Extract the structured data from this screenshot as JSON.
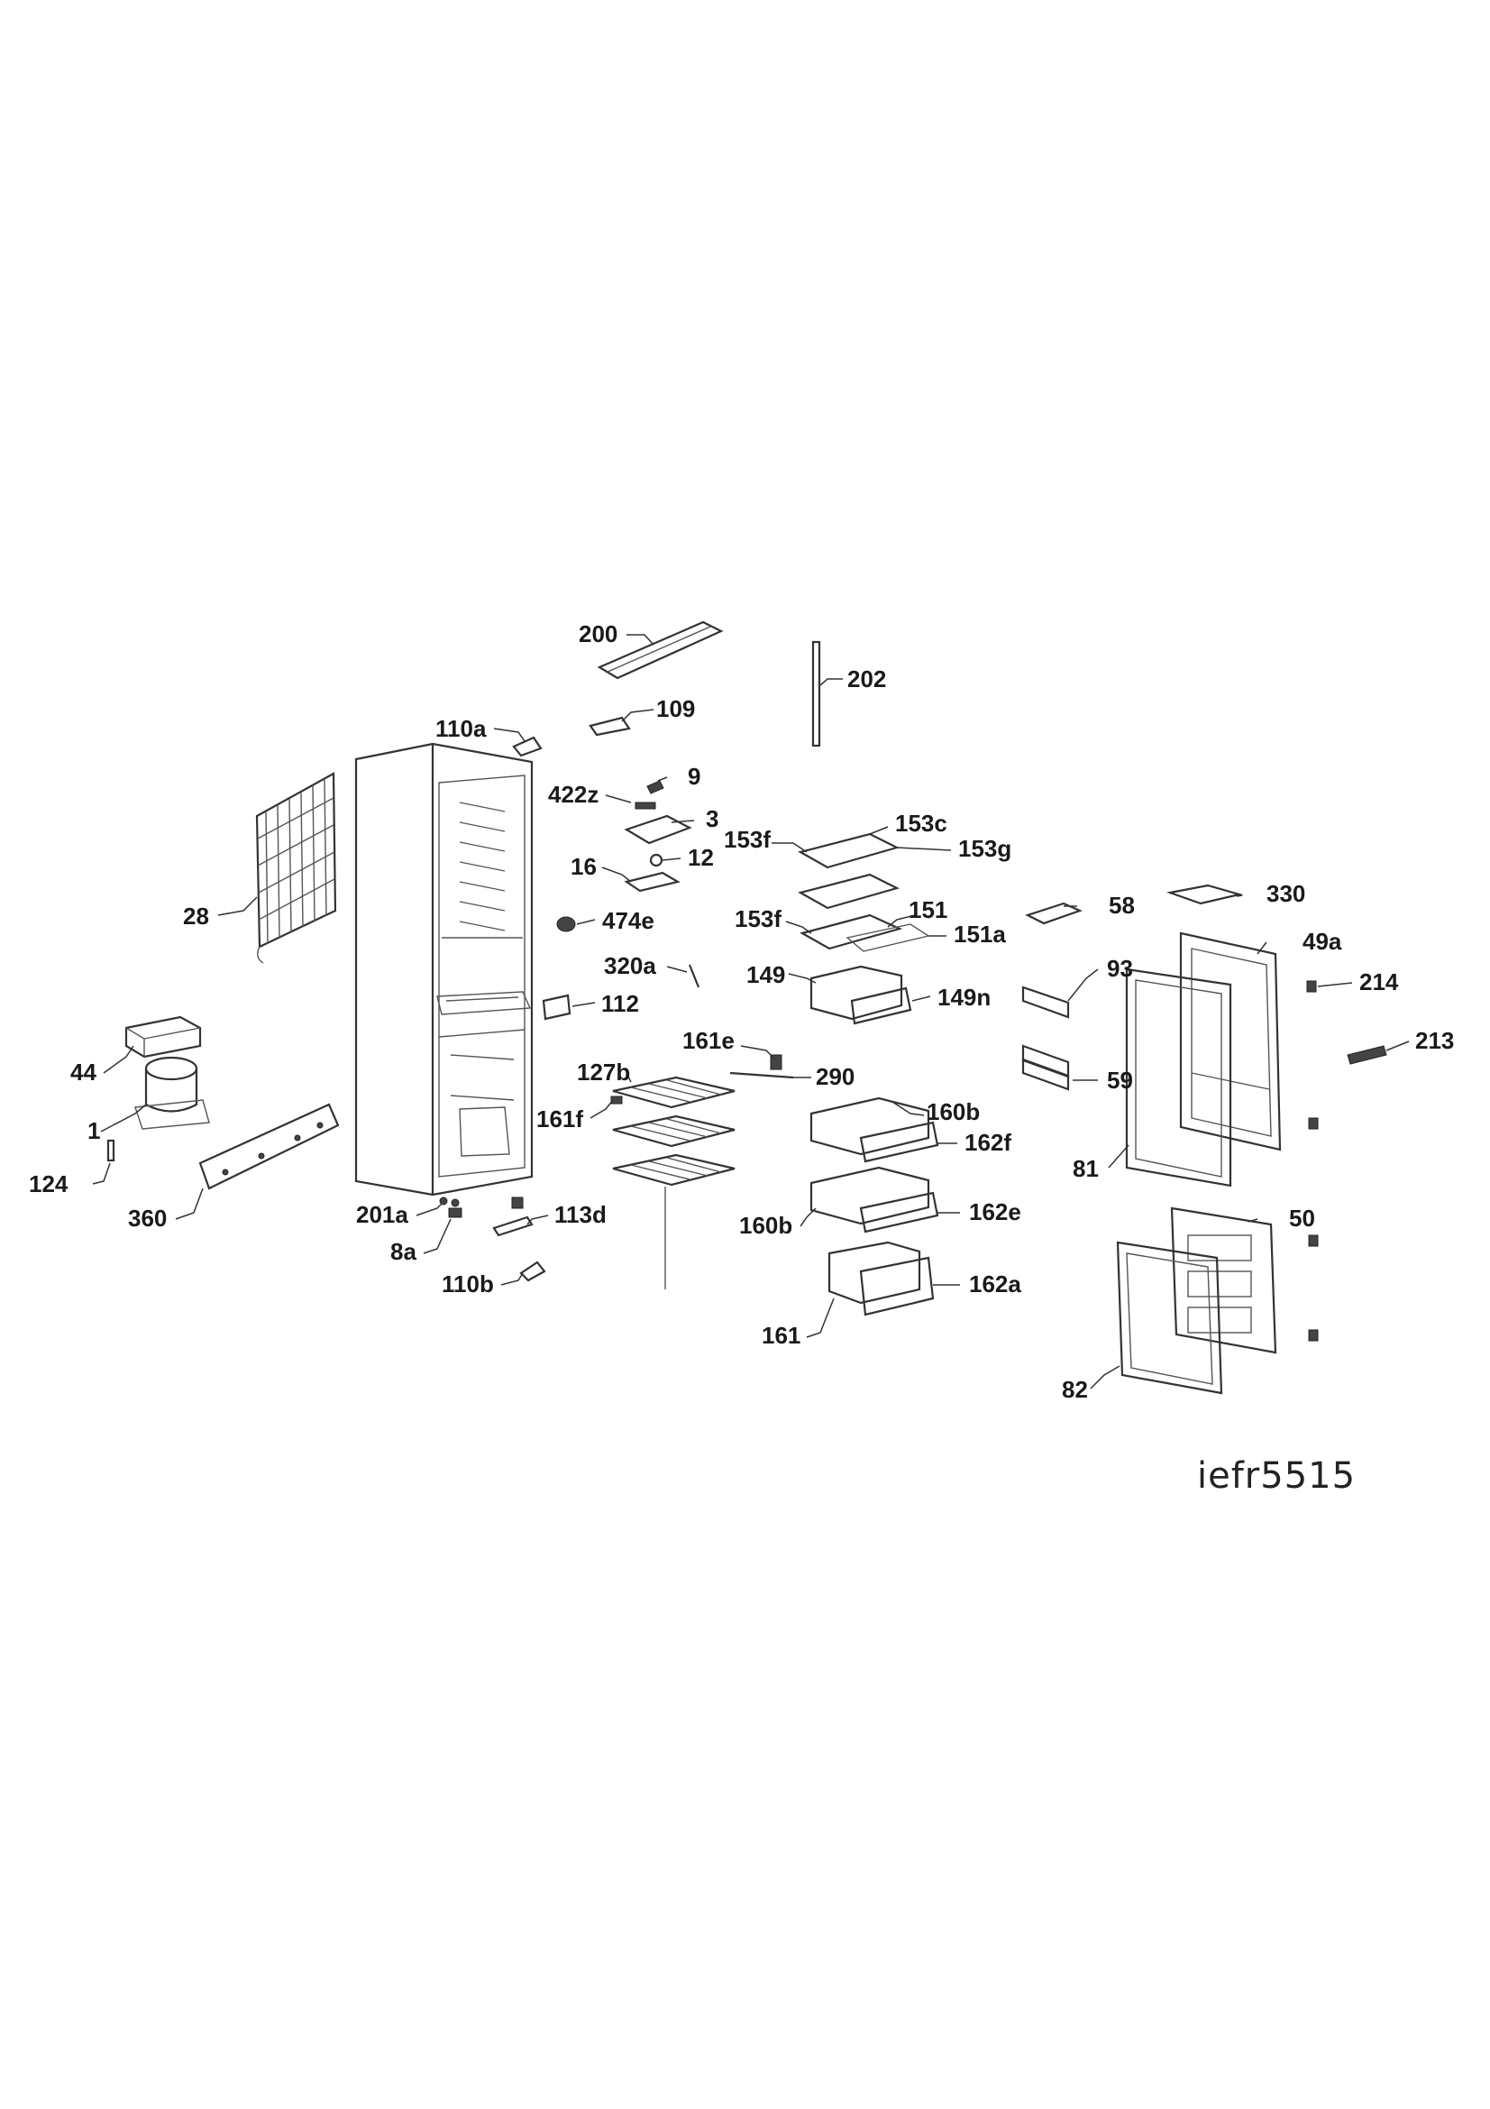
{
  "model_code": "iefr5515",
  "callouts": [
    {
      "id": "200",
      "label": "200"
    },
    {
      "id": "202",
      "label": "202"
    },
    {
      "id": "109",
      "label": "109"
    },
    {
      "id": "110a",
      "label": "110a"
    },
    {
      "id": "9",
      "label": "9"
    },
    {
      "id": "422z",
      "label": "422z"
    },
    {
      "id": "3",
      "label": "3"
    },
    {
      "id": "12",
      "label": "12"
    },
    {
      "id": "16",
      "label": "16"
    },
    {
      "id": "474e",
      "label": "474e"
    },
    {
      "id": "28",
      "label": "28"
    },
    {
      "id": "320a",
      "label": "320a"
    },
    {
      "id": "112",
      "label": "112"
    },
    {
      "id": "44",
      "label": "44"
    },
    {
      "id": "1",
      "label": "1"
    },
    {
      "id": "124",
      "label": "124"
    },
    {
      "id": "360",
      "label": "360"
    },
    {
      "id": "201a",
      "label": "201a"
    },
    {
      "id": "8a",
      "label": "8a"
    },
    {
      "id": "113d",
      "label": "113d"
    },
    {
      "id": "110b",
      "label": "110b"
    },
    {
      "id": "153f_top",
      "label": "153f"
    },
    {
      "id": "153c",
      "label": "153c"
    },
    {
      "id": "153g",
      "label": "153g"
    },
    {
      "id": "153f_mid",
      "label": "153f"
    },
    {
      "id": "151",
      "label": "151"
    },
    {
      "id": "151a",
      "label": "151a"
    },
    {
      "id": "149",
      "label": "149"
    },
    {
      "id": "149n",
      "label": "149n"
    },
    {
      "id": "161e",
      "label": "161e"
    },
    {
      "id": "127b",
      "label": "127b"
    },
    {
      "id": "290",
      "label": "290"
    },
    {
      "id": "161f",
      "label": "161f"
    },
    {
      "id": "160b_top",
      "label": "160b"
    },
    {
      "id": "162f",
      "label": "162f"
    },
    {
      "id": "160b_bot",
      "label": "160b"
    },
    {
      "id": "162e",
      "label": "162e"
    },
    {
      "id": "162a",
      "label": "162a"
    },
    {
      "id": "161",
      "label": "161"
    },
    {
      "id": "58",
      "label": "58"
    },
    {
      "id": "330",
      "label": "330"
    },
    {
      "id": "49a",
      "label": "49a"
    },
    {
      "id": "93",
      "label": "93"
    },
    {
      "id": "214",
      "label": "214"
    },
    {
      "id": "213",
      "label": "213"
    },
    {
      "id": "59",
      "label": "59"
    },
    {
      "id": "81",
      "label": "81"
    },
    {
      "id": "50",
      "label": "50"
    },
    {
      "id": "82",
      "label": "82"
    }
  ]
}
